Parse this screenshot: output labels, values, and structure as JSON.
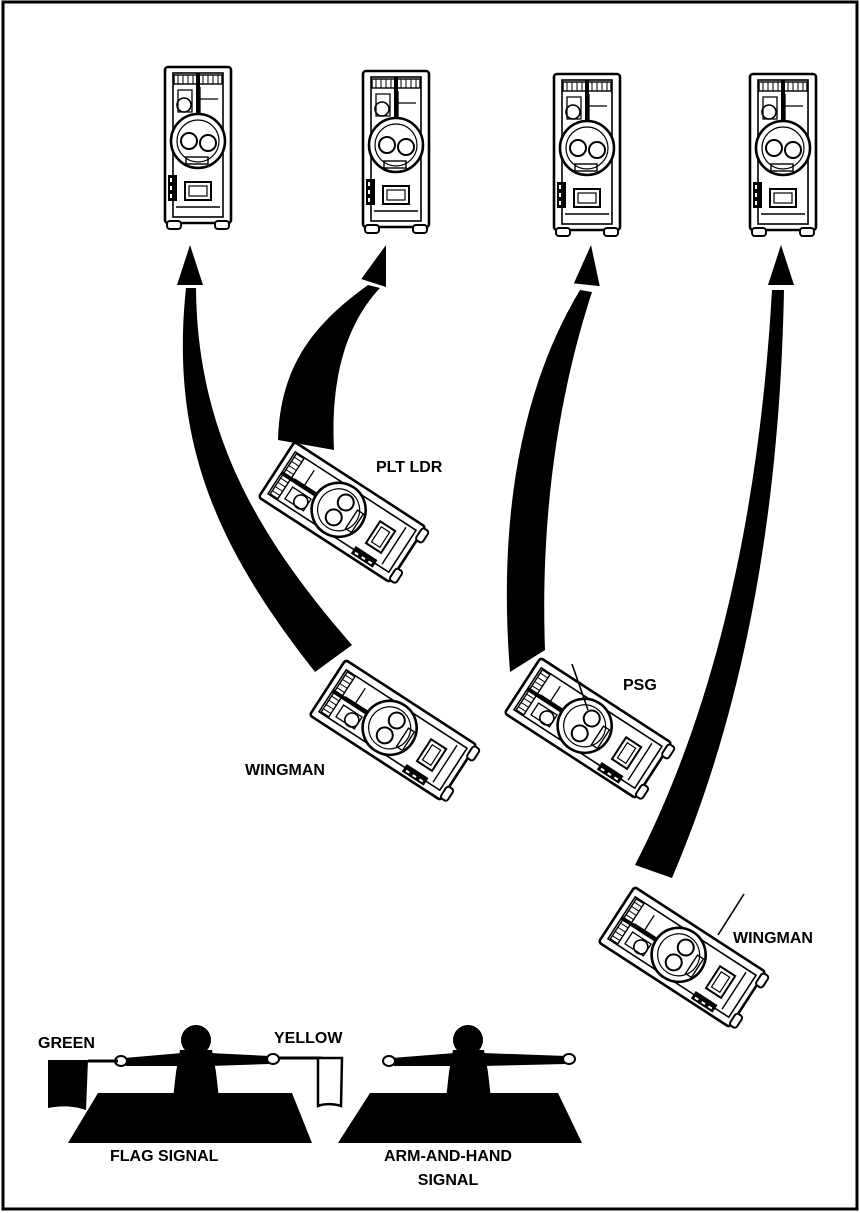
{
  "labels": {
    "plt_ldr": "PLT LDR",
    "psg": "PSG",
    "wingman_left": "WINGMAN",
    "wingman_right": "WINGMAN",
    "green": "GREEN",
    "yellow": "YELLOW",
    "flag_signal": "FLAG SIGNAL",
    "arm_hand_line1": "ARM-AND-HAND",
    "arm_hand_line2": "SIGNAL"
  },
  "colors": {
    "ink": "#000000",
    "paper": "#ffffff"
  }
}
